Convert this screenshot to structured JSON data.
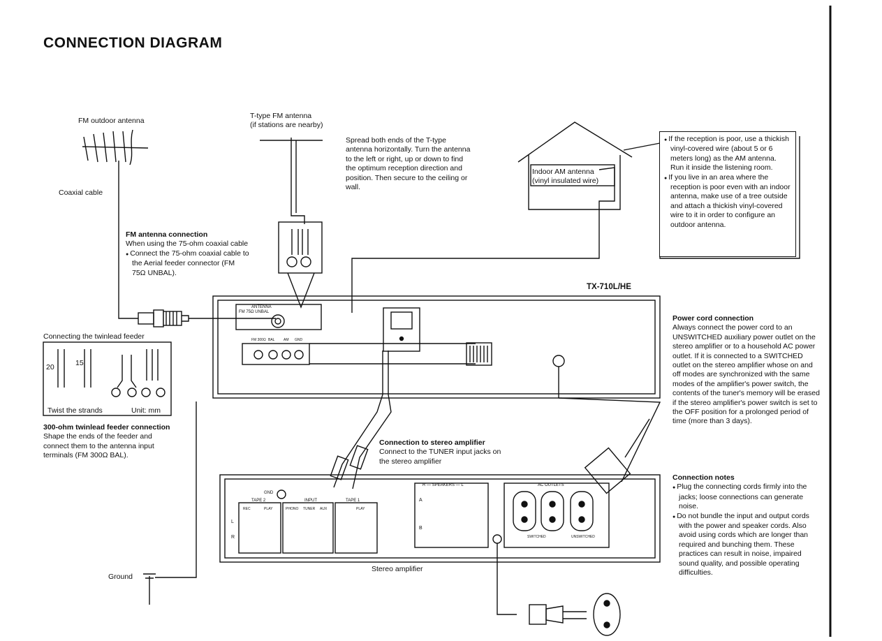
{
  "page_title": "CONNECTION DIAGRAM",
  "labels": {
    "fm_outdoor": "FM outdoor antenna",
    "coaxial": "Coaxial cable",
    "ttype_1": "T-type FM antenna",
    "ttype_2": "(if stations are nearby)",
    "indoor_am_1": "Indoor AM antenna",
    "indoor_am_2": "(vinyl insulated wire)",
    "model": "TX-710L/HE",
    "twinlead_feeder": "Connecting the twinlead feeder",
    "twist": "Twist the strands",
    "unit": "Unit: mm",
    "dim_20": "20",
    "dim_15": "15",
    "ground": "Ground",
    "stereo_amp": "Stereo amplifier"
  },
  "spread_text": "Spread both ends of the T-type antenna horizontally. Turn the antenna to the left or right, up or down to find the optimum reception direction and position. Then secure to the ceiling or wall.",
  "fm_conn": {
    "heading": "FM antenna connection",
    "intro": "When using the 75-ohm coaxial cable",
    "bullet": "Connect the 75-ohm coaxial cable to the Aerial feeder connector (FM 75Ω UNBAL)."
  },
  "twin_conn": {
    "heading": "300-ohm twinlead feeder connection",
    "text": "Shape the ends of the feeder and connect them to the antenna input terminals (FM 300Ω BAL)."
  },
  "stereo_conn": {
    "heading": "Connection to stereo amplifier",
    "text": "Connect to the TUNER input jacks on the stereo amplifier"
  },
  "am_notes": [
    "If the reception is poor, use a thickish vinyl-covered wire (about 5 or 6 meters long) as the AM antenna. Run it inside the listening room.",
    "If you live in an area where the reception is poor even with an indoor antenna, make use of a tree outside and attach a thickish vinyl-covered wire to it in order to configure an outdoor antenna."
  ],
  "power": {
    "heading": "Power cord connection",
    "text": "Always connect the power cord to an UNSWITCHED auxiliary power outlet on the stereo amplifier or to a household AC power outlet. If it is connected to a SWITCHED outlet on the stereo amplifier whose on and off modes are synchronized with the same modes of the amplifier's power switch, the contents of the tuner's memory will be erased if the stereo amplifier's power switch is set to the OFF position for a prolonged period of time (more than 3 days)."
  },
  "notes": {
    "heading": "Connection notes",
    "items": [
      "Plug the connecting cords firmly into the jacks; loose connections can generate noise.",
      "Do not bundle the input and output cords with the power and speaker cords. Also avoid using cords which are longer than required and bunching them. These practices can result in noise, impaired sound quality, and possible operating difficulties."
    ]
  },
  "amp_panel": {
    "gnd": "GND",
    "tape2": "TAPE 2",
    "tape1": "TAPE 1",
    "rec": "REC",
    "play": "PLAY",
    "input": "INPUT",
    "phono": "PHONO",
    "tuner": "TUNER",
    "aux": "AUX",
    "play_btn": "PLAY",
    "speakers": "R — SPEAKERS — L",
    "ac_outlets": "AC OUTLETS",
    "switched": "SWITCHED",
    "unswitched": "UNSWITCHED",
    "ch_l": "L",
    "ch_r": "R",
    "sp_a": "A",
    "sp_b": "B"
  },
  "tuner_panel": {
    "ant_label": "ANTENNA",
    "fm75": "FM 75Ω UNBAL",
    "t_labels": [
      "FM 300Ω",
      "BAL",
      "AM",
      "GND"
    ]
  }
}
